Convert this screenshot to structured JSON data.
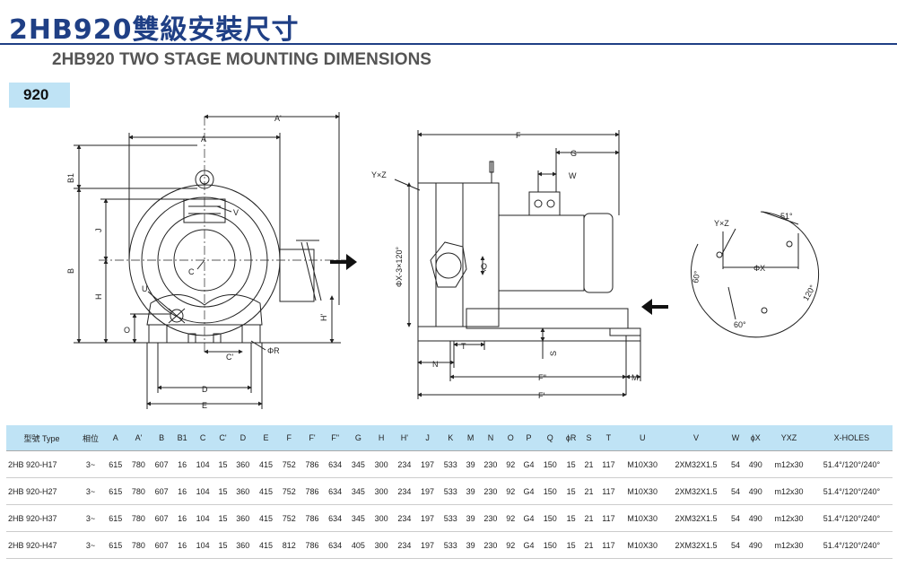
{
  "header": {
    "title": "2HB920雙級安裝尺寸",
    "subtitle": "2HB920 TWO STAGE MOUNTING DIMENSIONS",
    "model_badge": "920"
  },
  "drawing_labels": {
    "A_prime": "A'",
    "A": "A",
    "B1": "B1",
    "B": "B",
    "J": "J",
    "H": "H",
    "O": "O",
    "V": "V",
    "C": "C",
    "U": "U",
    "H_prime": "H'",
    "C_prime": "C'",
    "phiR": "ΦR",
    "D": "D",
    "E": "E",
    "F": "F",
    "G": "G",
    "W": "W",
    "YxZ": "Y×Z",
    "phiX_3x120": "ΦX-3×120°",
    "Q": "Q",
    "T": "T",
    "N": "N",
    "S": "S",
    "F_dprime": "F''",
    "M": "M",
    "F_prime": "F'",
    "side_YxZ": "Y×Z",
    "deg51": "51°",
    "phiX": "ΦX",
    "deg60a": "60°",
    "deg120": "120°",
    "deg60b": "60°"
  },
  "table": {
    "headers": [
      "型號 Type",
      "相位",
      "A",
      "A'",
      "B",
      "B1",
      "C",
      "C'",
      "D",
      "E",
      "F",
      "F'",
      "F''",
      "G",
      "H",
      "H'",
      "J",
      "K",
      "M",
      "N",
      "O",
      "P",
      "Q",
      "ϕR",
      "S",
      "T",
      "U",
      "V",
      "W",
      "ϕX",
      "YXZ",
      "X-HOLES"
    ],
    "rows": [
      [
        "2HB 920-H17",
        "3~",
        "615",
        "780",
        "607",
        "16",
        "104",
        "15",
        "360",
        "415",
        "752",
        "786",
        "634",
        "345",
        "300",
        "234",
        "197",
        "533",
        "39",
        "230",
        "92",
        "G4",
        "150",
        "15",
        "21",
        "117",
        "M10X30",
        "2XM32X1.5",
        "54",
        "490",
        "m12x30",
        "51.4°/120°/240°"
      ],
      [
        "2HB 920-H27",
        "3~",
        "615",
        "780",
        "607",
        "16",
        "104",
        "15",
        "360",
        "415",
        "752",
        "786",
        "634",
        "345",
        "300",
        "234",
        "197",
        "533",
        "39",
        "230",
        "92",
        "G4",
        "150",
        "15",
        "21",
        "117",
        "M10X30",
        "2XM32X1.5",
        "54",
        "490",
        "m12x30",
        "51.4°/120°/240°"
      ],
      [
        "2HB 920-H37",
        "3~",
        "615",
        "780",
        "607",
        "16",
        "104",
        "15",
        "360",
        "415",
        "752",
        "786",
        "634",
        "345",
        "300",
        "234",
        "197",
        "533",
        "39",
        "230",
        "92",
        "G4",
        "150",
        "15",
        "21",
        "117",
        "M10X30",
        "2XM32X1.5",
        "54",
        "490",
        "m12x30",
        "51.4°/120°/240°"
      ],
      [
        "2HB 920-H47",
        "3~",
        "615",
        "780",
        "607",
        "16",
        "104",
        "15",
        "360",
        "415",
        "812",
        "786",
        "634",
        "405",
        "300",
        "234",
        "197",
        "533",
        "39",
        "230",
        "92",
        "G4",
        "150",
        "15",
        "21",
        "117",
        "M10X30",
        "2XM32X1.5",
        "54",
        "490",
        "m12x30",
        "51.4°/120°/240°"
      ]
    ]
  }
}
